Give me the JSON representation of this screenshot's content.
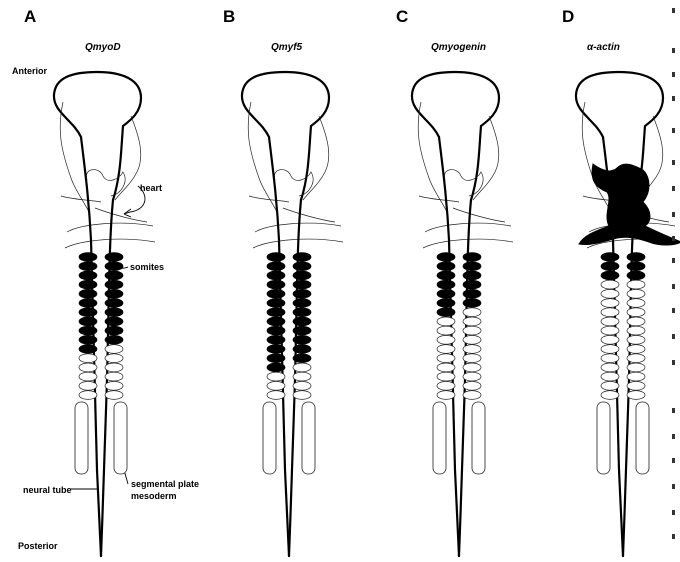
{
  "panels": [
    {
      "letter": "A",
      "gene": "QmyoD",
      "pattern": "myod",
      "heart_filled": false
    },
    {
      "letter": "B",
      "gene": "Qmyf5",
      "pattern": "myf5",
      "heart_filled": false
    },
    {
      "letter": "C",
      "gene": "Qmyogenin",
      "pattern": "myogenin",
      "heart_filled": false
    },
    {
      "letter": "D",
      "gene": "α-actin",
      "pattern": "actin",
      "heart_filled": true
    }
  ],
  "annotations": {
    "anterior": "Anterior",
    "posterior": "Posterior",
    "heart": "heart",
    "somites": "somites",
    "neural_tube": "neural tube",
    "segmental_plate_line1": "segmental plate",
    "segmental_plate_line2": "mesoderm"
  },
  "colors": {
    "ink": "#000000",
    "background": "#ffffff"
  }
}
